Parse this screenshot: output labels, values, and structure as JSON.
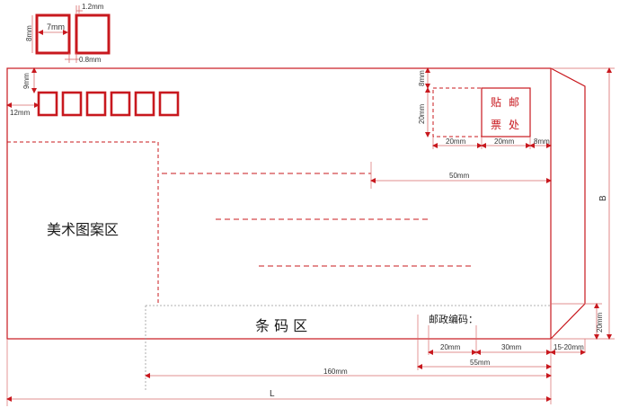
{
  "colors": {
    "accent_red": "#c8181e",
    "dim_line": "#d86a6a",
    "text_dark": "#1a1a1a"
  },
  "top_labels": {
    "width_1_2": "1.2mm",
    "box_width": "7mm",
    "box_height": "8mm",
    "gap_0_8": "0.8mm"
  },
  "left_labels": {
    "top_offset": "9mm",
    "left_offset": "12mm"
  },
  "stamp": {
    "height_8": "8mm",
    "height_20": "20mm",
    "width_20a": "20mm",
    "width_20b": "20mm",
    "right_8": "8mm",
    "chars": [
      "贴",
      "邮",
      "票",
      "处"
    ]
  },
  "middle_labels": {
    "fifty": "50mm"
  },
  "areas": {
    "art_zone": "美术图案区",
    "barcode_zone": "条 码 区",
    "postal_code": "邮政编码："
  },
  "bottom_labels": {
    "twenty": "20mm",
    "thirty": "30mm",
    "flap": "15-20mm",
    "fiftyfive": "55mm",
    "onesixty": "160mm",
    "L": "L"
  },
  "right_labels": {
    "B": "B",
    "twenty": "20mm"
  }
}
